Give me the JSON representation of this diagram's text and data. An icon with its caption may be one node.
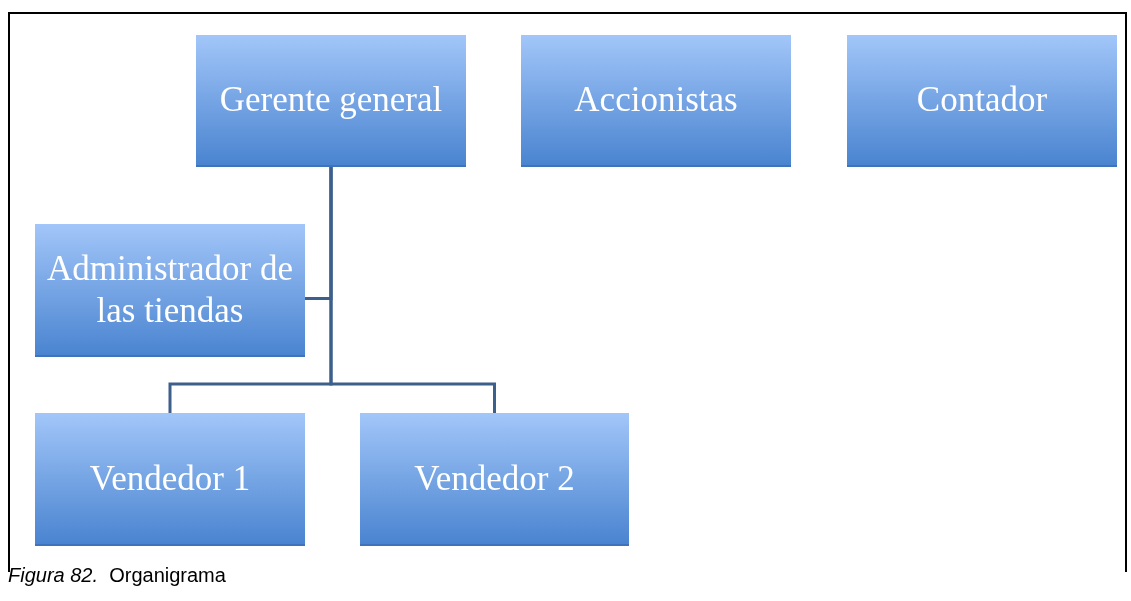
{
  "diagram": {
    "caption": "*Figura 82.*  Organigrama",
    "nodes": [
      {
        "text": [
          "Gerente general"
        ]
      },
      {
        "text": [
          "Accionistas"
        ]
      },
      {
        "text": [
          "Contador"
        ]
      },
      {
        "text": [
          "Administrador de las tiendas"
        ]
      },
      {
        "text": [
          "Vendedor 1"
        ]
      },
      {
        "text": [
          "Vendedor 2"
        ]
      }
    ],
    "edges": [
      {
        "from": 0,
        "to": 3,
        "arrow": "none"
      },
      {
        "from": 0,
        "to": 4,
        "arrow": "none"
      },
      {
        "from": 0,
        "to": 5,
        "arrow": "none"
      }
    ]
  }
}
